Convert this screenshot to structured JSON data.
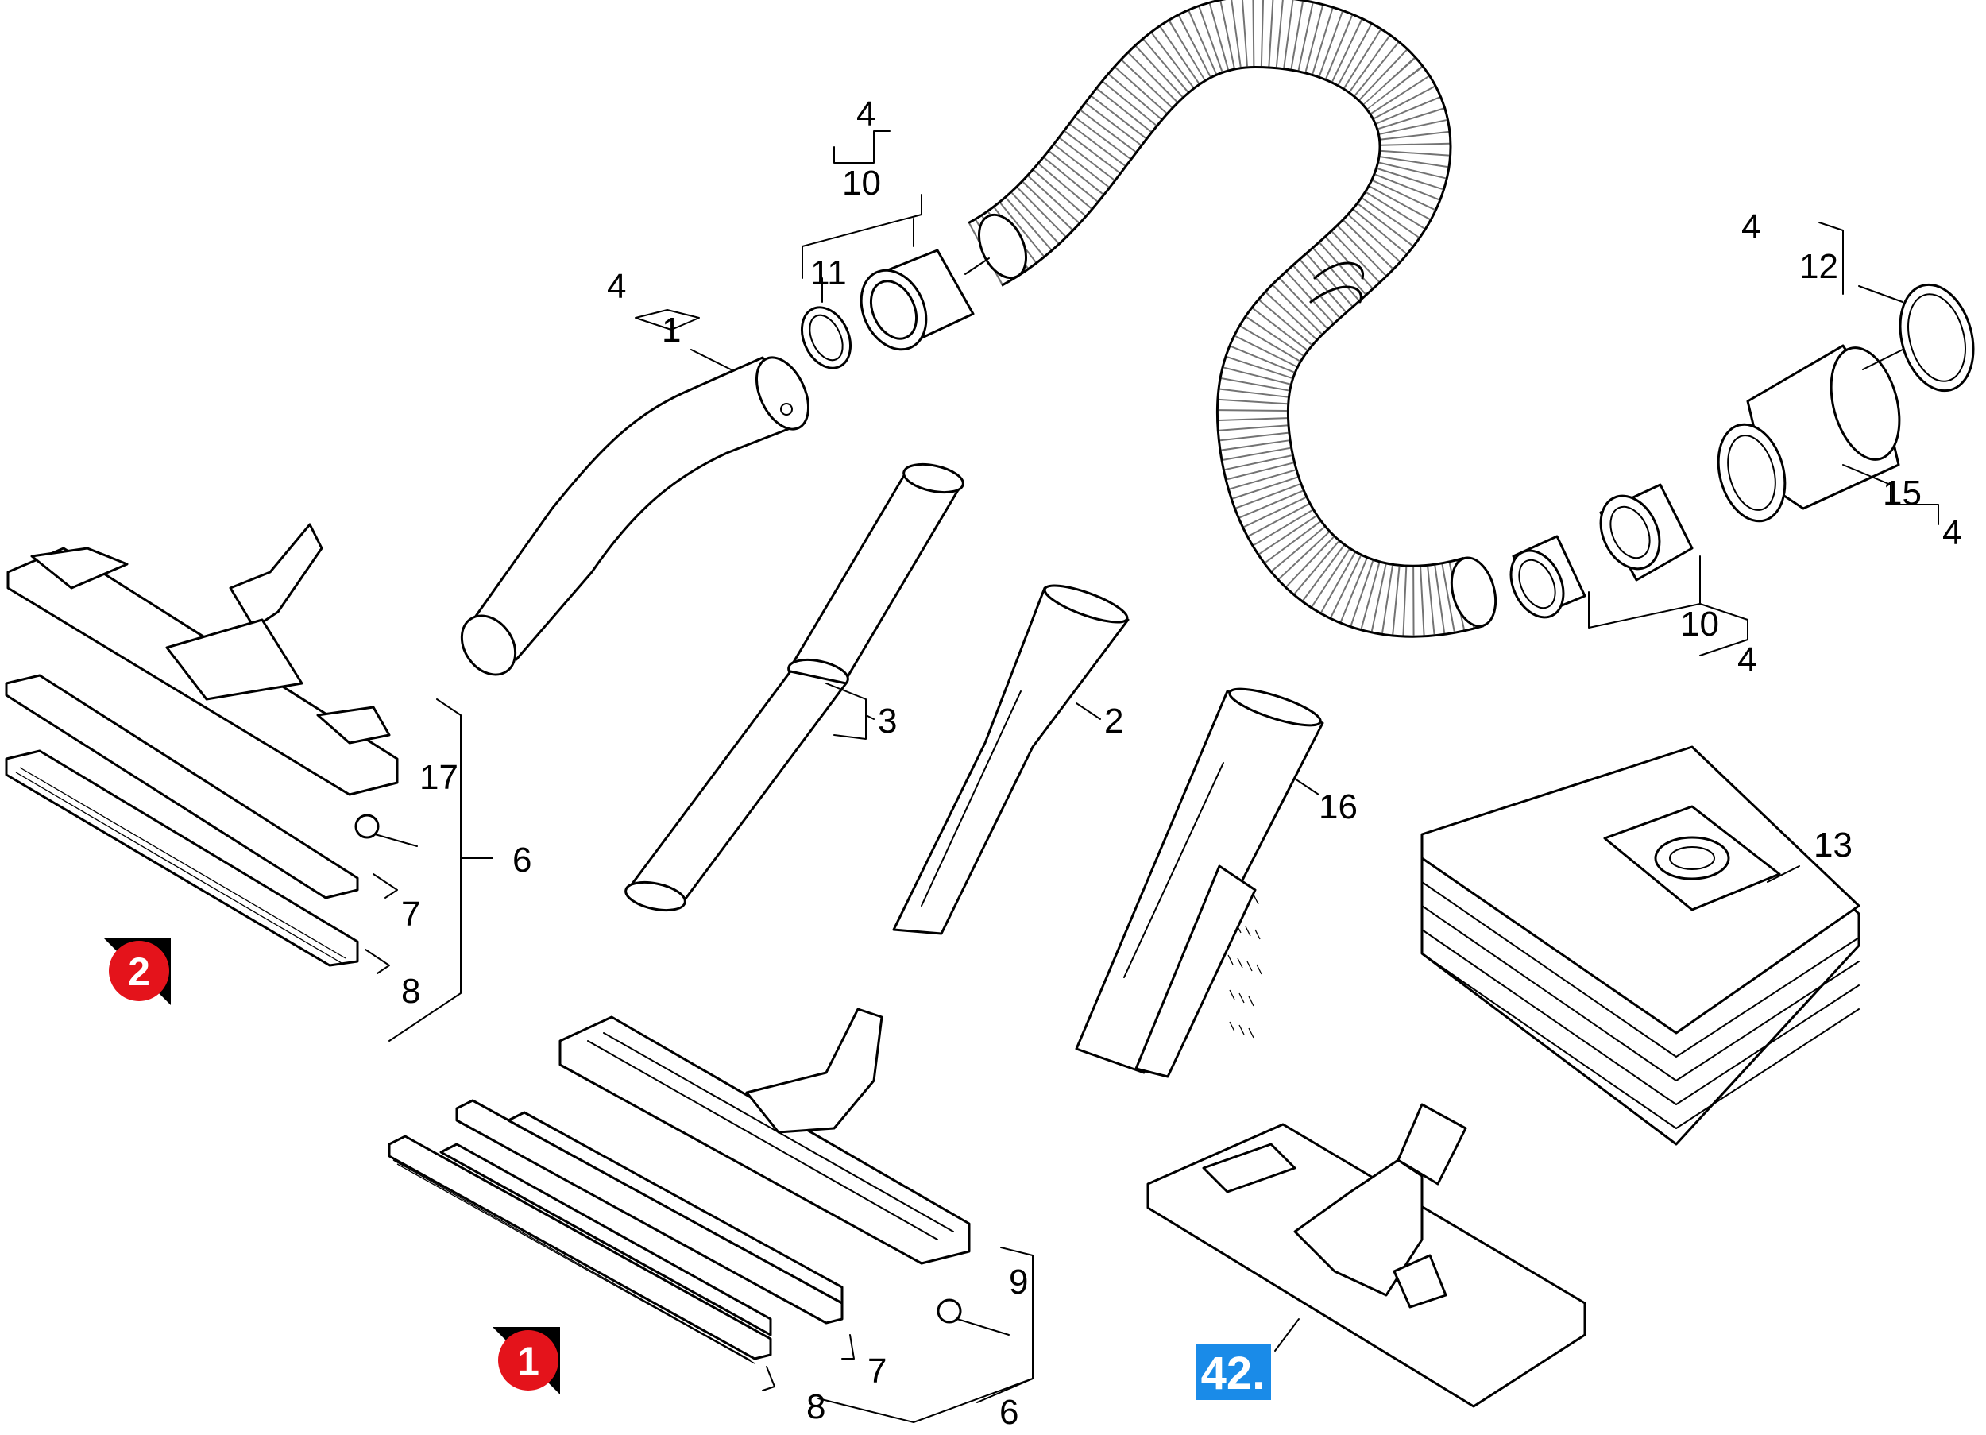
{
  "figure": "Accessories exploded view",
  "callouts": {
    "hose_top_4": "4",
    "hose_top_10": "10",
    "ring_11": "11",
    "elbow_4": "4",
    "elbow_1": "1",
    "adapter_4": "4",
    "adapter_12": "12",
    "adapter_15": "15",
    "adapter_15_4": "4",
    "coupling_10": "10",
    "coupling_10_4": "4",
    "tube_3": "3",
    "crevice_2": "2",
    "brush_16": "16",
    "bags_13": "13",
    "nozzle2_17": "17",
    "nozzle2_6": "6",
    "nozzle2_7": "7",
    "nozzle2_8": "8",
    "nozzle1_9": "9",
    "nozzle1_7": "7",
    "nozzle1_8": "8",
    "nozzle1_6": "6"
  },
  "badges": {
    "variant_2": "2",
    "variant_1": "1",
    "option_42": "42."
  },
  "colors": {
    "badge_red": "#e4131b",
    "badge_blue": "#1a8be8",
    "line": "#000000"
  }
}
